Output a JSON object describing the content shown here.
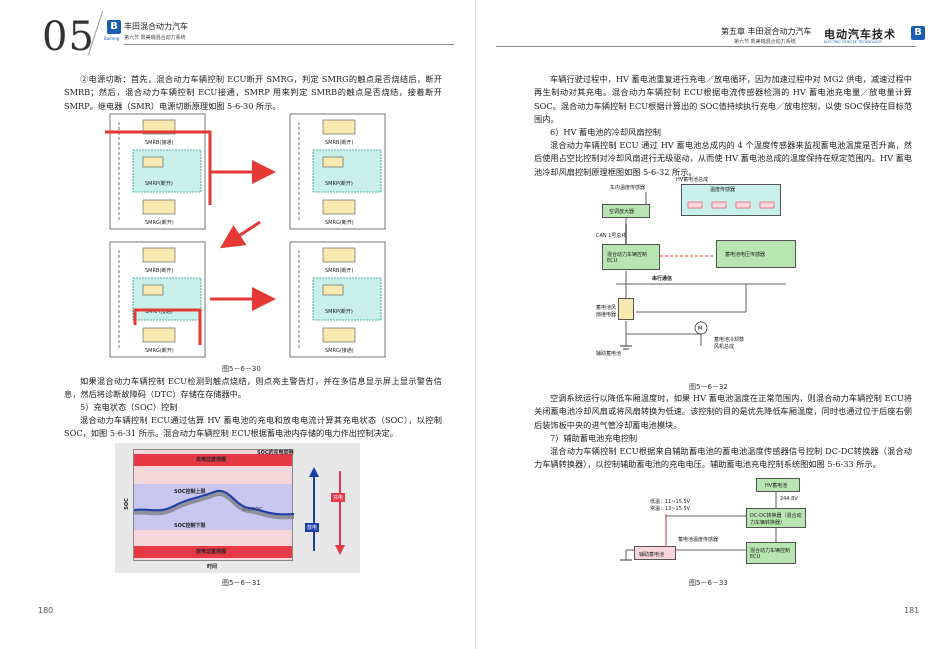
{
  "left": {
    "chapter_number": "05",
    "brand_small": "Baiteng",
    "header_title": "丰田混合动力汽车",
    "header_subtitle": "第六节 凯美瑞混合动力系统",
    "para1": "②电源切断：首先，混合动力车辆控制 ECU断开 SMRG，判定 SMRG的触点是否烧结后，断开 SMRB；然后，混合动力车辆控制 ECU接通，SMRP 用来判定 SMRB的触点是否烧结，接着断开SMRP。继电器（SMR）电源切断原理如图 5-6-30 所示。",
    "fig30": {
      "caption": "图5－6－30",
      "panels": [
        {
          "b": "SMRB(接通)",
          "p": "SMRP(断开)",
          "g": "SMRG(断开)"
        },
        {
          "b": "SMRB(断开)",
          "p": "SMRP(断开)",
          "g": "SMRG(断开)"
        },
        {
          "b": "SMRB(断开)",
          "p": "SMRP(接通)",
          "g": "SMRG(断开)"
        },
        {
          "b": "SMRB(断开)",
          "p": "SMRP(断开)",
          "g": "SMRG(接通)"
        }
      ]
    },
    "para2": "如果混合动力车辆控制 ECU检测到触点烧结，则点亮主警告灯，并在多信息显示屏上显示警告信息，然后将诊断故障码（DTC）存储在存储器中。",
    "heading5": "5）充电状态（SOC）控制",
    "para3": "混合动力车辆控制 ECU通过估算 HV 蓄电池的充电和放电电流计算其充电状态（SOC），以控制 SOC，如图 5-6-31 所示。混合动力车辆控制 ECU根据蓄电池内存储的电力作出控制决定。",
    "fig31": {
      "caption": "图5－6－31",
      "ylabel": "SOC",
      "xlabel": "时间",
      "over_charge": "充电过度范围",
      "upper": "SOC控制上限",
      "target": "目标SOC",
      "lower": "SOC控制下限",
      "over_discharge": "放电过度范围",
      "soc_example": "SOC的充电举例",
      "charge": "充电",
      "discharge": "放电"
    },
    "page_number": "180"
  },
  "right": {
    "header_title": "第五章 丰田混合动力汽车",
    "header_subtitle": "第六节 凯美瑞混合动力系统",
    "magazine": "电动汽车技术",
    "magazine_sub": "ELECTRIC VEHICLE TECHNOLOGY",
    "para1": "车辆行驶过程中，HV 蓄电池重复进行充电／放电循环，因为加速过程中对 MG2 供电，减速过程中再生制动对其充电。混合动力车辆控制 ECU根据电流传感器检测的 HV 蓄电池充电量／放电量计算 SOC。混合动力车辆控制 ECU根据计算出的 SOC值持续执行充电／放电控制，以使 SOC保持在目标范围内。",
    "heading6": "6）HV 蓄电池的冷却风扇控制",
    "para2": "混合动力车辆控制 ECU 通过 HV 蓄电池总成内的 4 个温度传感器来监视蓄电池温度是否升高，然后使用占空比控制对冷却风扇进行无级驱动，从而使 HV 蓄电池总成的温度保持在规定范围内。HV 蓄电池冷却风扇控制原理框图如图 5-6-32 所示。",
    "fig32": {
      "caption": "图5－6－32",
      "hv_assembly": "HV蓄电池总成",
      "cabin_sensor": "车内温度传感器",
      "temp_sensor": "温度传感器",
      "ac_amp": "空调放大器",
      "can1": "CAN 1号总线",
      "hv_ecu": "混合动力车辆控制ECU",
      "voltage_sensor": "蓄电池电压传感器",
      "serial": "串行通信",
      "relay": "蓄电池风扇继电器",
      "fan": "蓄电池冷却鼓风机总成",
      "aux_battery": "辅助蓄电池"
    },
    "para3": "空调系统运行以降低车厢温度时，如果 HV 蓄电池温度在正常范围内，则混合动力车辆控制 ECU将关闭蓄电池冷却风扇或将风扇转换为低速。该控制的目的是优先降低车厢温度，同时也通过位于后座右侧后装饰板中央的进气管冷却蓄电池模块。",
    "heading7": "7）辅助蓄电池充电控制",
    "para4": "混合动力车辆控制 ECU根据来自辅助蓄电池的蓄电池温度传感器信号控制 DC-DC转换器（混合动力车辆转换器），以控制辅助蓄电池的充电电压。辅助蓄电池充电控制系统图如图 5-6-33 所示。",
    "fig33": {
      "caption": "图5－6－33",
      "hv_battery": "HV蓄电池",
      "voltage": "244.8V",
      "low_temp": "低温：11~15.5V",
      "normal_temp": "常温：13~15.5V",
      "dcdc": "DC-DC转换器（混合动力车辆转换器）",
      "aux_sensor": "蓄电池温度传感器",
      "aux_battery": "辅助蓄电池",
      "hv_ecu": "混合动力车辆控制ECU"
    },
    "page_number": "181"
  }
}
